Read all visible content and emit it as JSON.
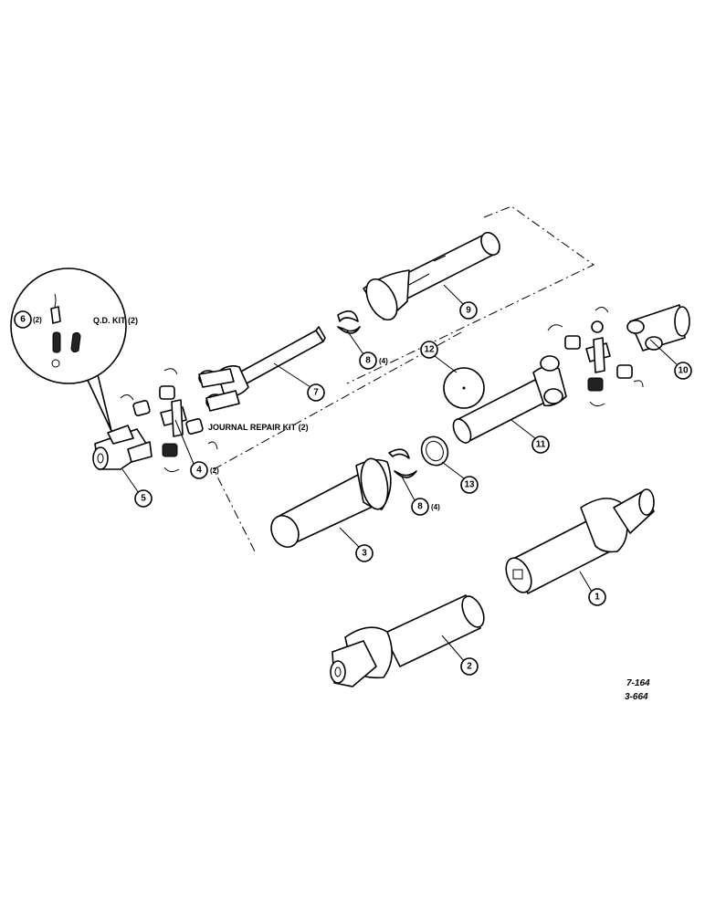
{
  "callouts": [
    {
      "num": "1"
    },
    {
      "num": "2"
    },
    {
      "num": "3"
    },
    {
      "num": "4",
      "qty": "(2)"
    },
    {
      "num": "5"
    },
    {
      "num": "6",
      "qty": "(2)"
    },
    {
      "num": "7"
    },
    {
      "num": "8",
      "qty": "(4)"
    },
    {
      "num": "8",
      "qty": "(4)"
    },
    {
      "num": "9"
    },
    {
      "num": "10"
    },
    {
      "num": "11"
    },
    {
      "num": "12"
    },
    {
      "num": "13"
    }
  ],
  "labels": {
    "qd_kit": "Q.D. KIT (2)",
    "journal_repair_kit": "JOURNAL REPAIR KIT (2)"
  },
  "reference": {
    "line1": "7-164",
    "line2": "3-664"
  }
}
